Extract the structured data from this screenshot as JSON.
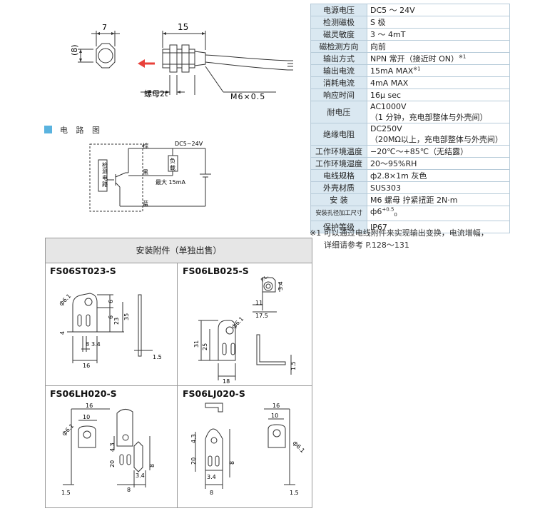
{
  "specs": {
    "rows": [
      {
        "k": "电源电压",
        "v": "DC5 ～ 24V"
      },
      {
        "k": "检测磁极",
        "v": "S 极"
      },
      {
        "k": "磁灵敏度",
        "v": "3 ～ 4mT"
      },
      {
        "k": "磁检测方向",
        "v": "向前"
      },
      {
        "k": "输出方式",
        "v": "NPN 常开（接近时 ON）",
        "sup": "※1"
      },
      {
        "k": "输出电流",
        "v": "15mA MAX",
        "sup": "※1"
      },
      {
        "k": "消耗电流",
        "v": "4mA MAX"
      },
      {
        "k": "响应时间",
        "v": "16μ sec"
      },
      {
        "k": "耐电压",
        "v": "AC1000V",
        "v2": "（1 分钟，充电部整体与外壳间）"
      },
      {
        "k": "绝缘电阻",
        "v": "DC250V",
        "v2": "（20MΩ以上，充电部整体与外壳间）"
      },
      {
        "k": "工作环境温度",
        "v": "−20℃～+85℃（无结露）"
      },
      {
        "k": "工作环境湿度",
        "v": "20～95%RH"
      },
      {
        "k": "电线规格",
        "v": "ф2.8×1m 灰色"
      },
      {
        "k": "外壳材质",
        "v": "SUS303"
      },
      {
        "k": "安 装",
        "v": "M6 螺母 拧紧扭距 2N·m"
      },
      {
        "k": "安装孔径加工尺寸",
        "v": "ф6",
        "sup": "+0.5",
        "sub": "0",
        "small": true
      },
      {
        "k": "保护等级",
        "v": "IP67"
      }
    ]
  },
  "footnote": {
    "line1": "※1 可以通过电线附件来实现输出变换，电流增幅，",
    "line2": "详细请参考 P.128～131"
  },
  "sensor_drawing": {
    "dim_7": "7",
    "dim_8": "(8)",
    "dim_15": "15",
    "nut_label": "螺母2t",
    "thread_label": "M6×0.5",
    "arrow_color": "#e8403a"
  },
  "circuit": {
    "title": "电 路 图",
    "supply": "DC5~24V",
    "brown": "棕",
    "black": "黑",
    "blue": "蓝",
    "load_1": "负",
    "load_2": "载",
    "max_current": "最大 15mA",
    "detect_1": "检",
    "detect_2": "测",
    "detect_3": "电",
    "detect_4": "路",
    "accent_color": "#5ab3df"
  },
  "accessories": {
    "title": "安装附件（单独出售）",
    "items": [
      {
        "model": "FS06ST023-S",
        "dims": {
          "d61": "ф6.1",
          "d6a": "6",
          "d6b": "6",
          "d23": "23",
          "d35": "35",
          "d4": "4",
          "d8": "8",
          "d34": "3.4",
          "d16": "16",
          "d15": "1.5"
        }
      },
      {
        "model": "FS06LB025-S",
        "dims": {
          "pcd": "P.C.D.10",
          "d34": "3.4",
          "d11": "11",
          "d175": "17.5",
          "d61": "ф6.1",
          "d31": "31",
          "d25": "25",
          "d18": "18",
          "d15": "1.5"
        }
      },
      {
        "model": "FS06LH020-S",
        "dims": {
          "d16": "16",
          "d10": "10",
          "d61": "ф6.1",
          "d43": "4.3",
          "d20": "20",
          "d8": "8",
          "d34": "3.4",
          "d15": "1.5",
          "d8b": "8"
        }
      },
      {
        "model": "FS06LJ020-S",
        "dims": {
          "d16": "16",
          "d10": "10",
          "d61": "ф6.1",
          "d43": "4.3",
          "d20": "20",
          "d8": "8",
          "d34": "3.4",
          "d15": "1.5",
          "d8b": "8"
        }
      }
    ]
  }
}
